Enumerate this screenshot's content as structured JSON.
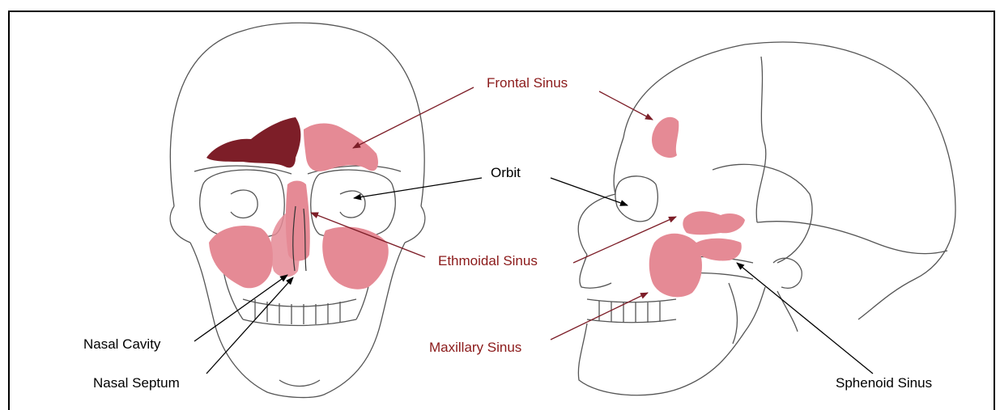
{
  "labels": {
    "frontal_sinus": "Frontal Sinus",
    "orbit": "Orbit",
    "ethmoidal_sinus": "Ethmoidal Sinus",
    "maxillary_sinus": "Maxillary Sinus",
    "nasal_cavity": "Nasal Cavity",
    "nasal_septum": "Nasal Septum",
    "sphenoid_sinus": "Sphenoid Sinus"
  },
  "colors": {
    "sinus_pink": "#e58a95",
    "frontal_dark": "#7d1e28",
    "label_red": "#8b1a1a",
    "line": "#333333"
  }
}
